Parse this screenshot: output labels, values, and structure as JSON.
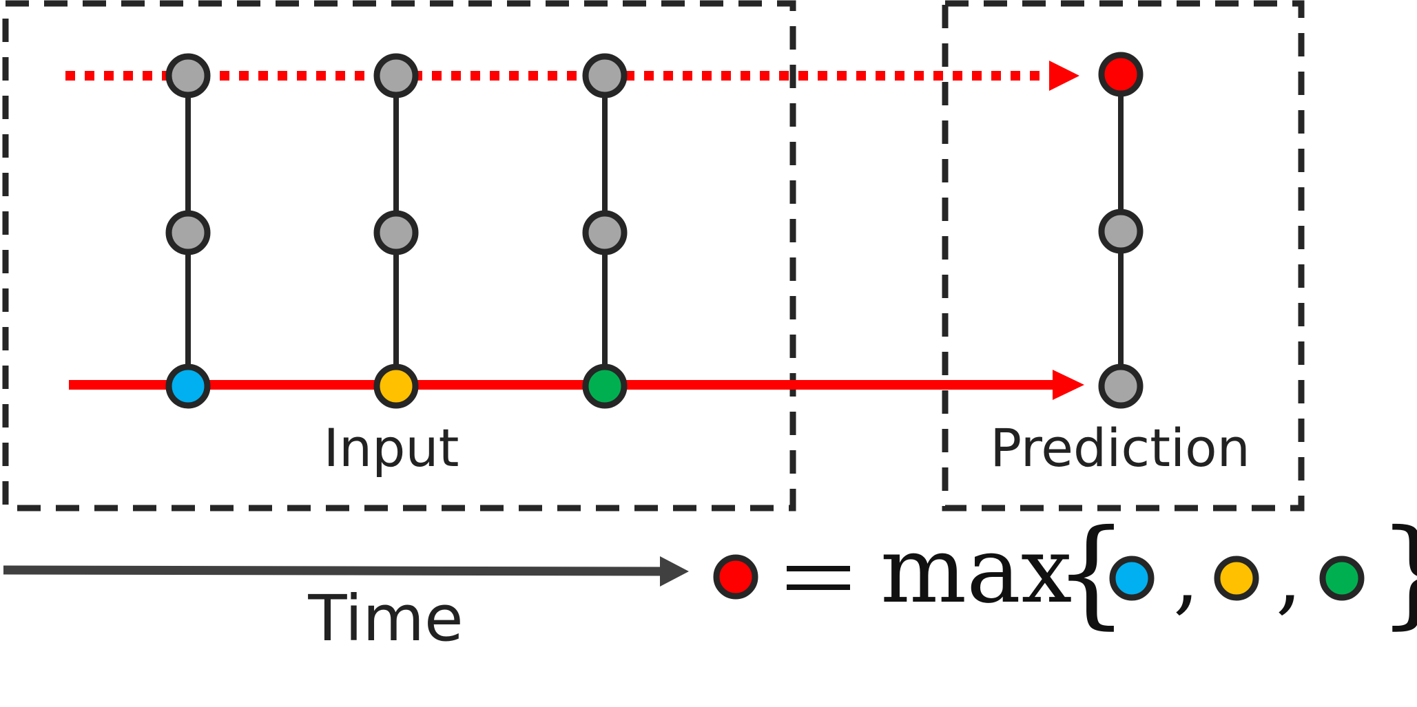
{
  "labels": {
    "input": "Input",
    "prediction": "Prediction",
    "time": "Time"
  },
  "formula": {
    "operator": "max",
    "open_brace": "{",
    "close_brace": "}",
    "separator": ","
  },
  "colors": {
    "red": "#ff0000",
    "blue": "#00b0f0",
    "yellow": "#ffc000",
    "green": "#00b050",
    "gray_node": "#a6a6a6",
    "outline": "#262626",
    "box_border": "#262626",
    "time_arrow": "#404040"
  },
  "icons": {
    "arrow_head": "triangle-arrow-icon",
    "node": "circle-node-icon"
  }
}
